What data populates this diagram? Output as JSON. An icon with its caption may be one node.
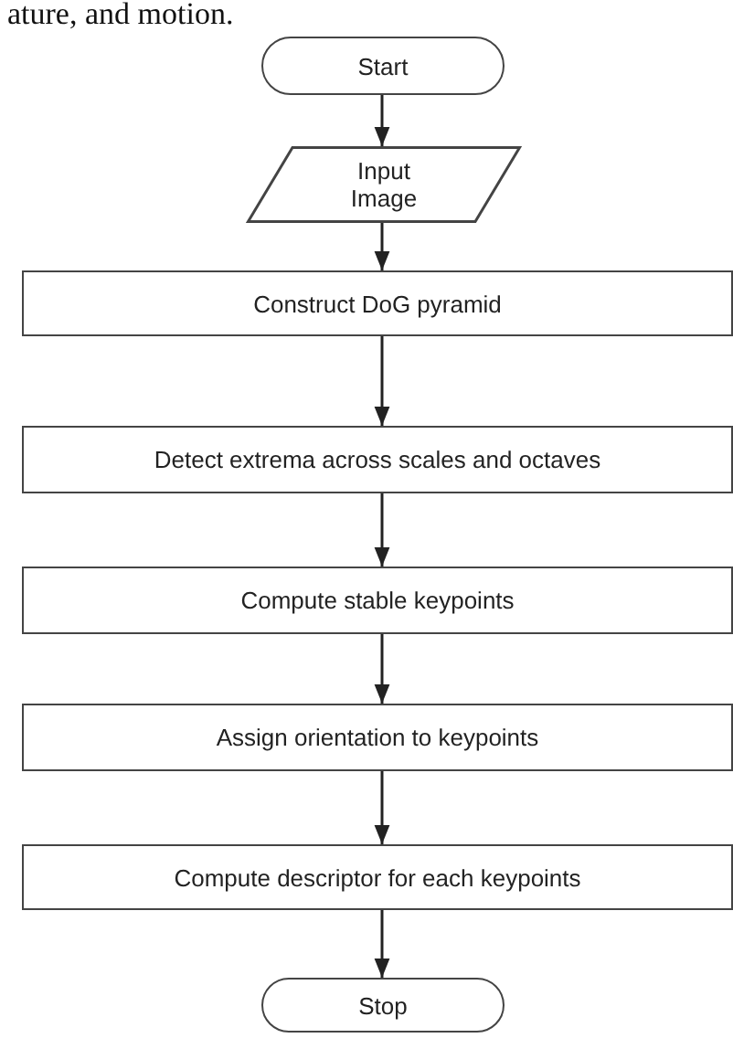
{
  "diagram": {
    "nodes": [
      {
        "text": [
          "Start"
        ]
      },
      {
        "text": [
          "Input Image"
        ]
      },
      {
        "text": [
          "Construct DoG pyramid"
        ]
      },
      {
        "text": [
          "Detect extrema across scales and octaves"
        ]
      },
      {
        "text": [
          "Compute stable keypoints"
        ]
      },
      {
        "text": [
          "Assign orientation to keypoints"
        ]
      },
      {
        "text": [
          "Compute descriptor for each keypoints"
        ]
      },
      {
        "text": [
          "Stop"
        ]
      }
    ],
    "edges": [
      {
        "from": 0,
        "to": 1,
        "arrow": "to"
      },
      {
        "from": 1,
        "to": 2,
        "arrow": "to"
      },
      {
        "from": 2,
        "to": 3,
        "arrow": "to"
      },
      {
        "from": 3,
        "to": 4,
        "arrow": "to"
      },
      {
        "from": 4,
        "to": 5,
        "arrow": "to"
      },
      {
        "from": 5,
        "to": 6,
        "arrow": "to"
      },
      {
        "from": 6,
        "to": 7,
        "arrow": "to"
      }
    ],
    "labels": [
      "ature, and motion."
    ]
  }
}
